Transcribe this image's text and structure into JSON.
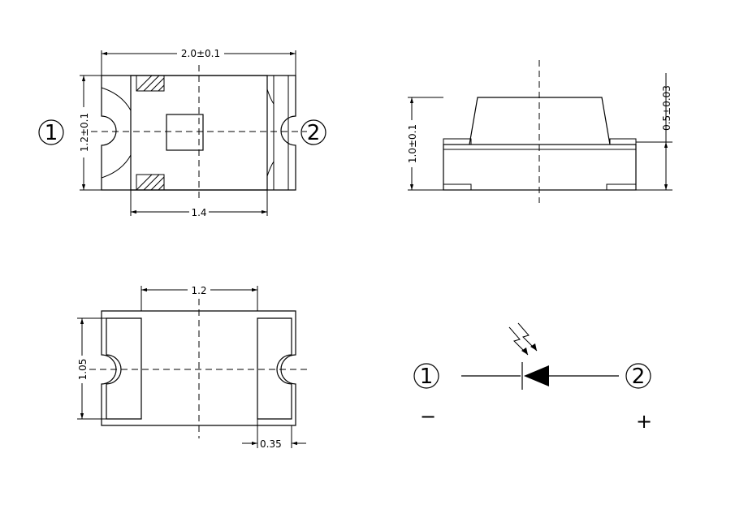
{
  "dimensions": {
    "top_length": "2.0±0.1",
    "top_width": "1.2±0.1",
    "top_inner_length": "1.4",
    "side_height": "1.0±0.1",
    "side_base_height": "0.5±0.03",
    "bottom_pad_spacing": "1.2",
    "bottom_width": "1.05",
    "bottom_pad_width": "0.35"
  },
  "pins": {
    "pin1": "1",
    "pin2": "2"
  },
  "polarity": {
    "cathode": "−",
    "anode": "+"
  }
}
